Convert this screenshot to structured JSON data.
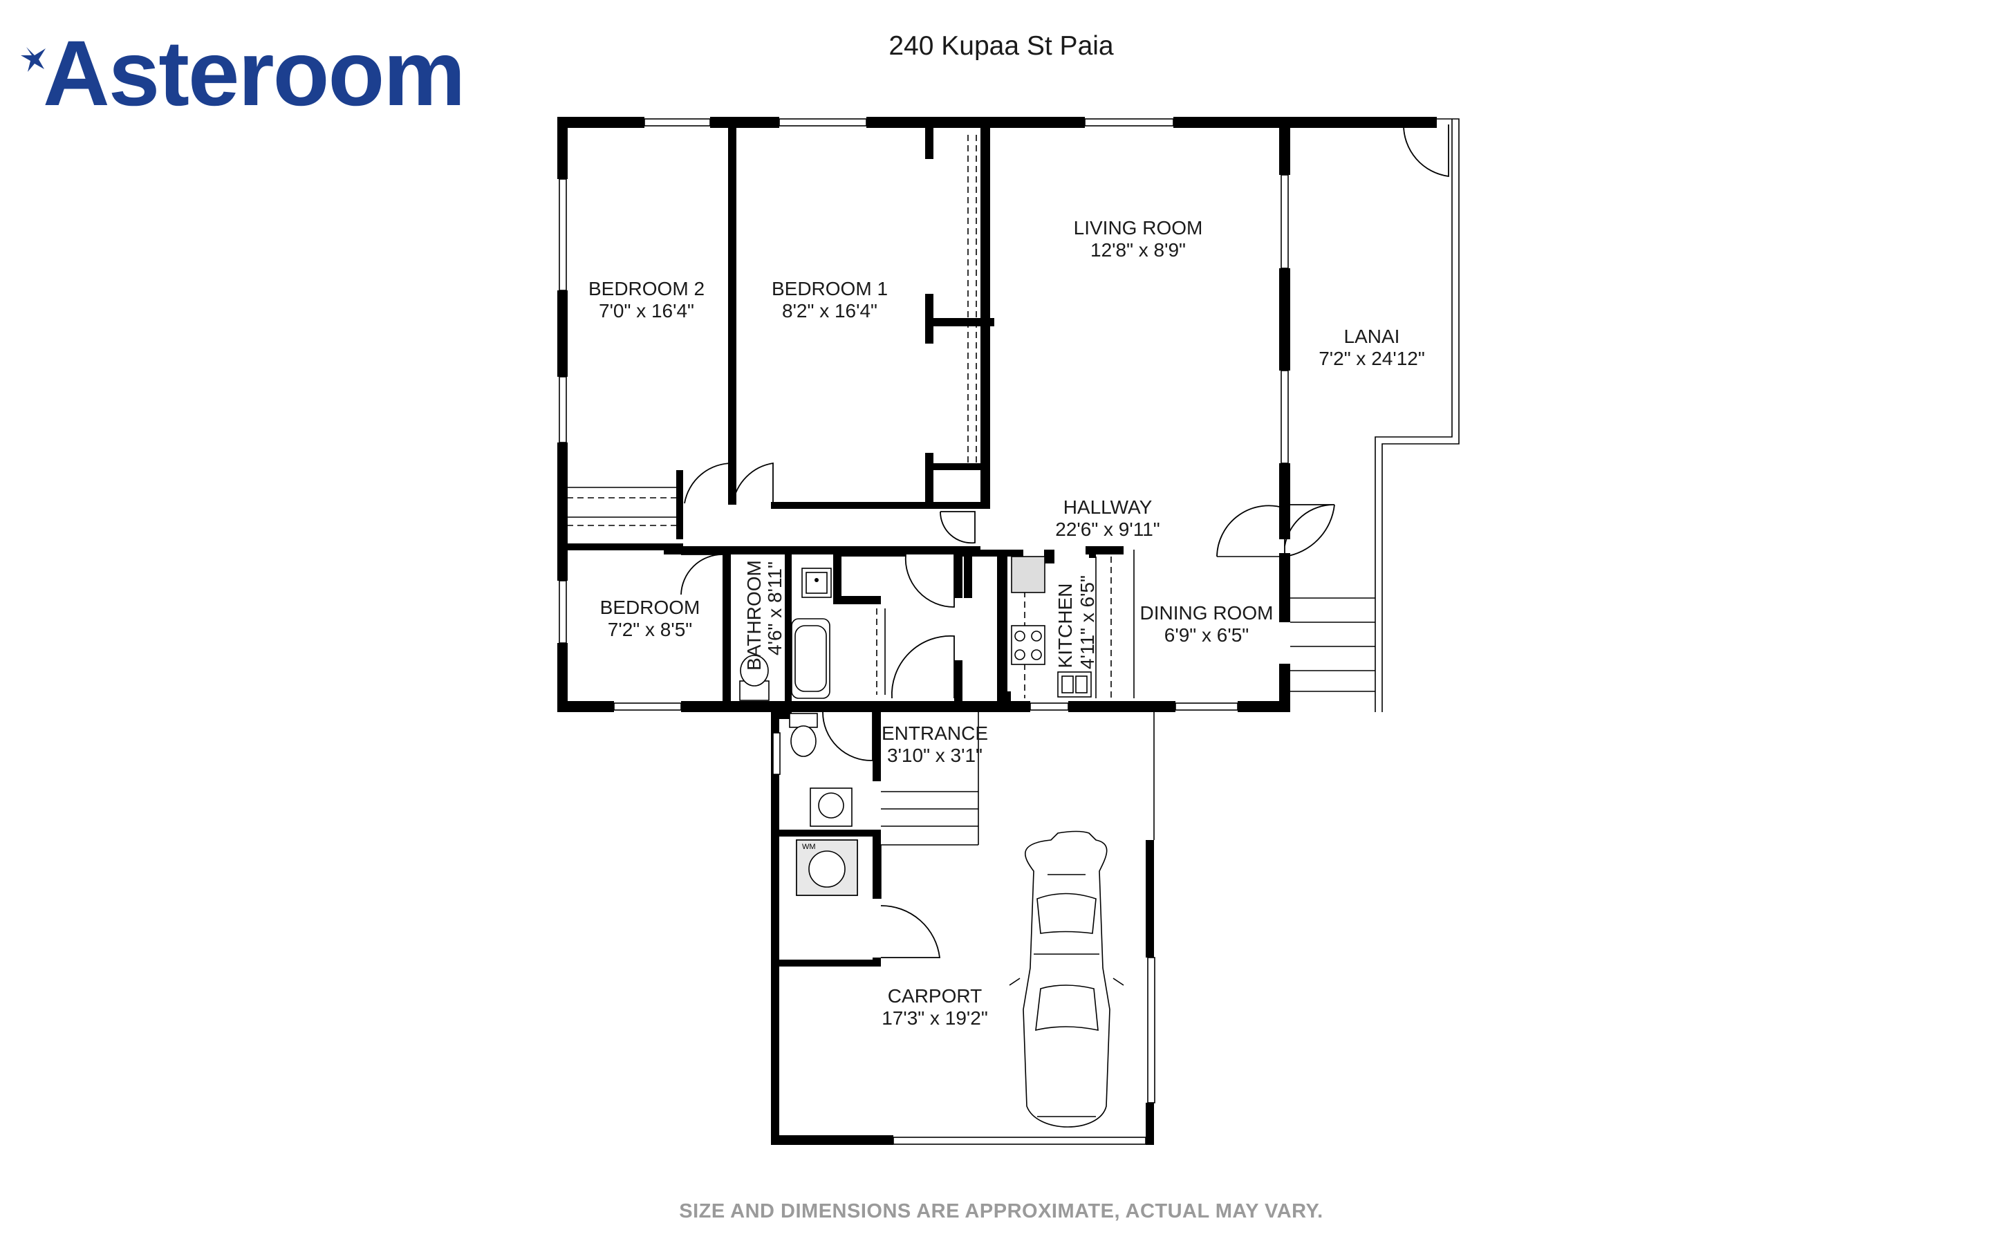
{
  "brand": {
    "name": "Asteroom",
    "color": "#1c3f8f"
  },
  "address": "240 Kupaa St Paia",
  "disclaimer": "SIZE AND DIMENSIONS ARE APPROXIMATE, ACTUAL MAY VARY.",
  "rooms": {
    "bedroom2": {
      "name": "BEDROOM 2",
      "dims": "7'0\" x 16'4\""
    },
    "bedroom1": {
      "name": "BEDROOM 1",
      "dims": "8'2\" x 16'4\""
    },
    "living": {
      "name": "LIVING ROOM",
      "dims": "12'8\" x 8'9\""
    },
    "lanai": {
      "name": "LANAI",
      "dims": "7'2\" x 24'12\""
    },
    "hallway": {
      "name": "HALLWAY",
      "dims": "22'6\" x 9'11\""
    },
    "bedroom": {
      "name": "BEDROOM",
      "dims": "7'2\" x 8'5\""
    },
    "bathroom": {
      "name": "BATHROOM",
      "dims": "4'6\" x 8'11\""
    },
    "kitchen": {
      "name": "KITCHEN",
      "dims": "4'11\" x 6'5\""
    },
    "dining": {
      "name": "DINING ROOM",
      "dims": "6'9\" x 6'5\""
    },
    "entrance": {
      "name": "ENTRANCE",
      "dims": "3'10\" x 3'1\""
    },
    "carport": {
      "name": "CARPORT",
      "dims": "17'3\" x 19'2\""
    }
  },
  "fixtures": {
    "washer": "WM"
  }
}
